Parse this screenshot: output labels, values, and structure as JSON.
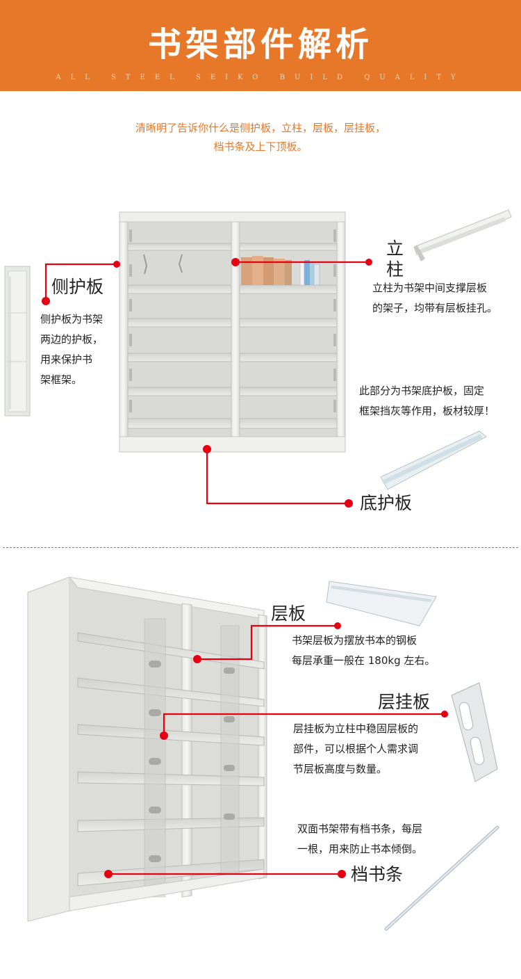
{
  "banner": {
    "title": "书架部件解析",
    "subtitle": "ALL STEEL SEIKO BUILD QUALITY"
  },
  "intro": {
    "line1": "清晰明了告诉你什么是侧护板，立柱，层板，层挂板，",
    "line2": "档书条及上下顶板。"
  },
  "parts": {
    "side_panel": {
      "label": "侧护板",
      "desc": [
        "侧护板为书架",
        "两边的护板，",
        "用来保护书",
        "架框架。"
      ]
    },
    "column": {
      "label_1": "立",
      "label_2": "柱",
      "desc": [
        "立柱为书架中间支撑层板",
        "的架子，均带有层板挂孔。"
      ]
    },
    "bottom_panel": {
      "label": "底护板",
      "desc": [
        "此部分为书架底护板，固定",
        "框架挡灰等作用，板材较厚！"
      ]
    },
    "shelf": {
      "label": "层板",
      "desc": [
        "书架层板为摆放书本的钢板",
        "每层承重一般在 180kg 左右。"
      ]
    },
    "shelf_hanger": {
      "label": "层挂板",
      "desc": [
        "层挂板为立柱中稳固层板的",
        "部件，可以根据个人需求调",
        "节层板高度与数量。"
      ]
    },
    "book_rail": {
      "label": "档书条",
      "desc": [
        "双面书架带有档书条，每层",
        "一根，用来防止书本倾倒。"
      ]
    }
  },
  "colors": {
    "banner": "#e7782a",
    "accent": "#e7782a",
    "callout": "#e60012"
  }
}
